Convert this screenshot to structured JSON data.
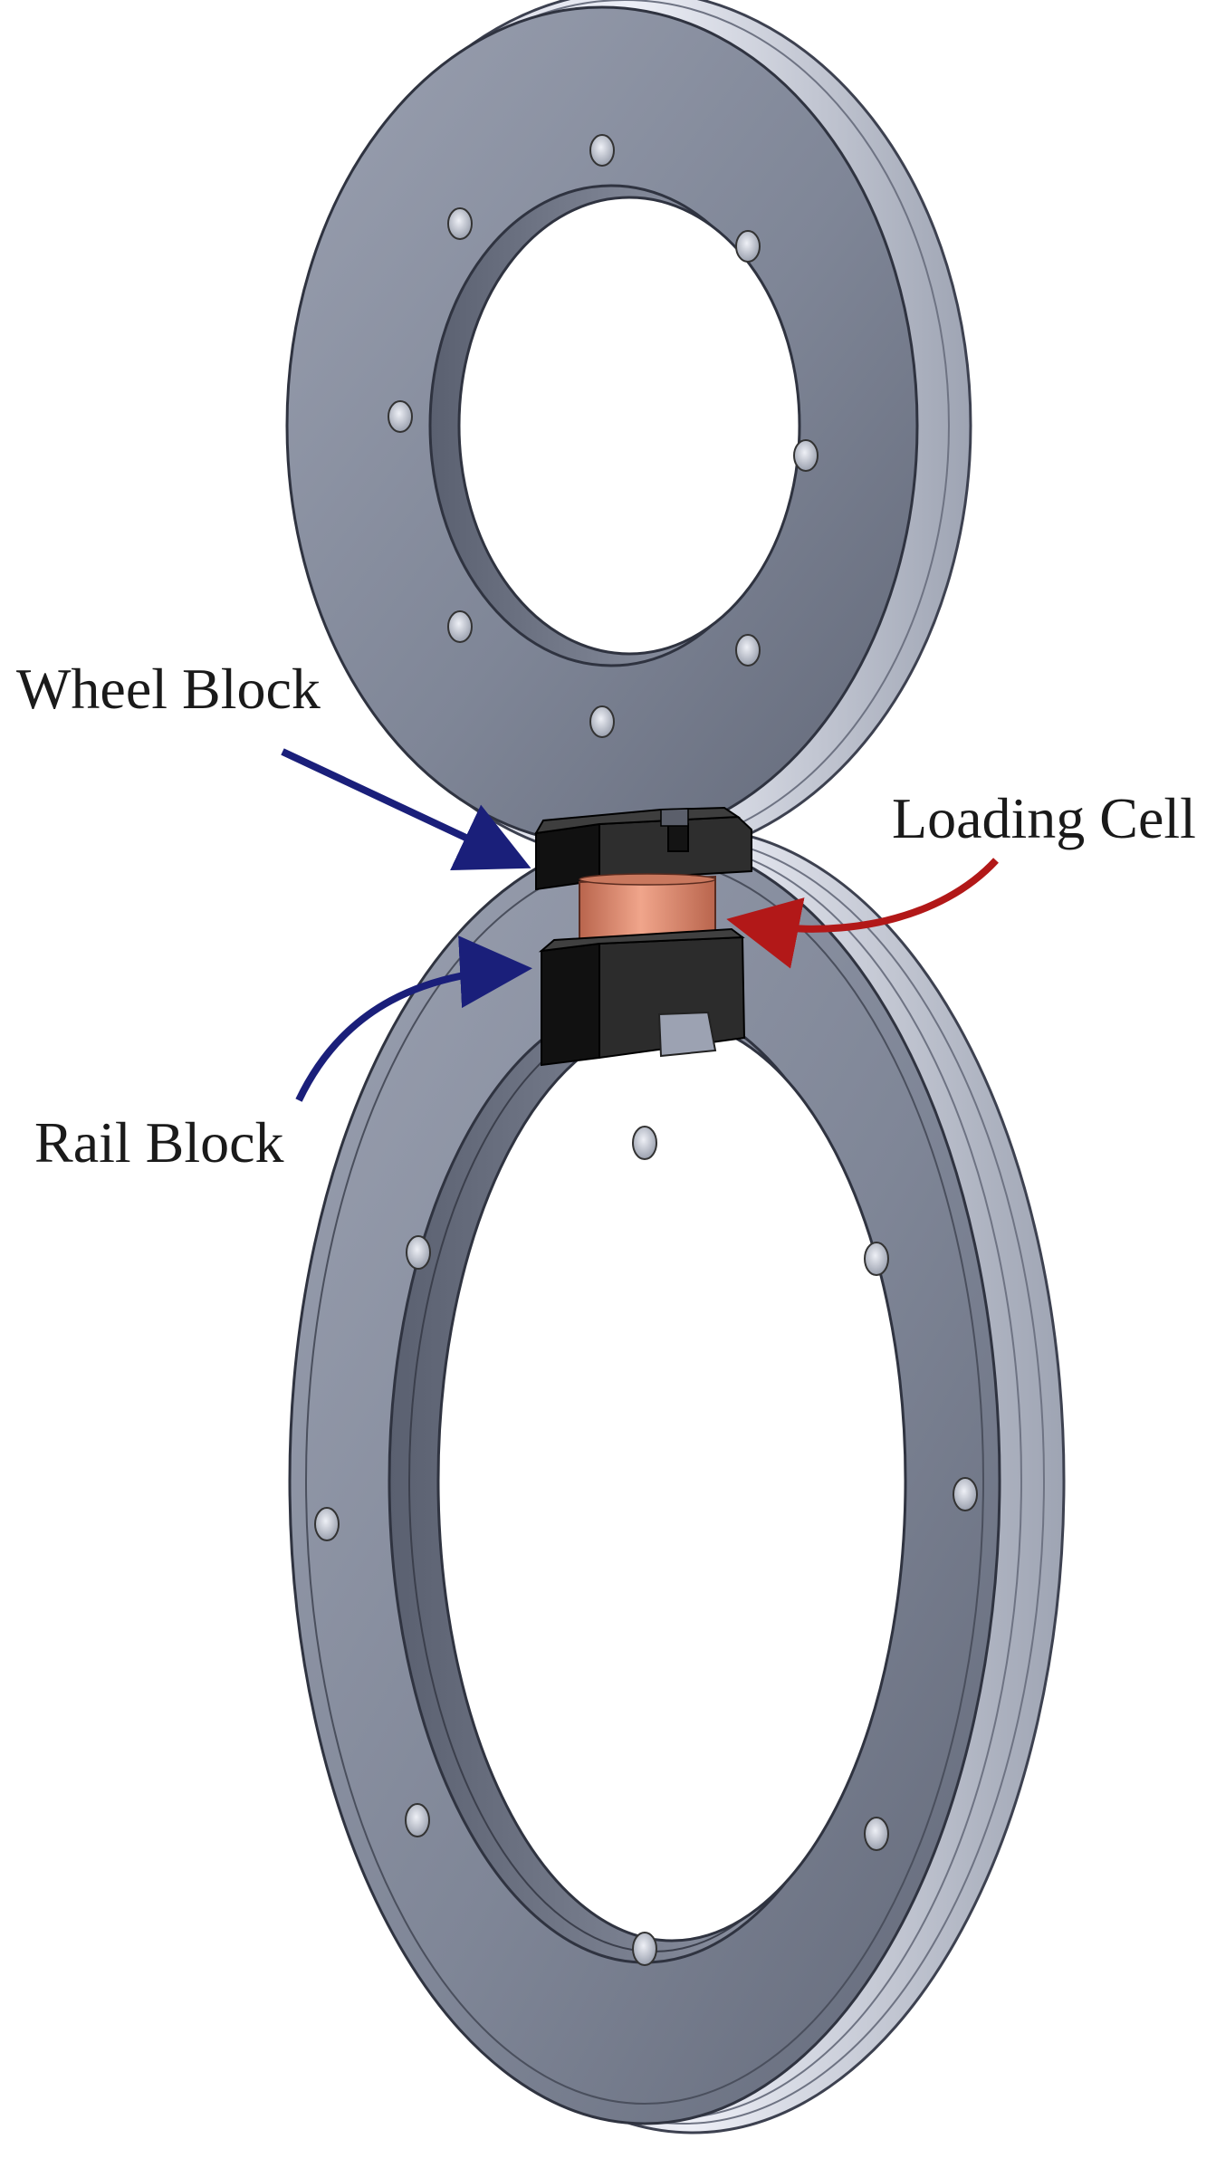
{
  "labels": {
    "wheel_block": "Wheel Block",
    "loading_cell": "Loading Cell",
    "rail_block": "Rail Block"
  },
  "colors": {
    "background": "#ffffff",
    "wheel_metal": "#7f8697",
    "block": "#2a2a2a",
    "loading_cell": "#d98a70",
    "arrow_blue": "#1a1f7a",
    "arrow_red": "#b21818"
  }
}
